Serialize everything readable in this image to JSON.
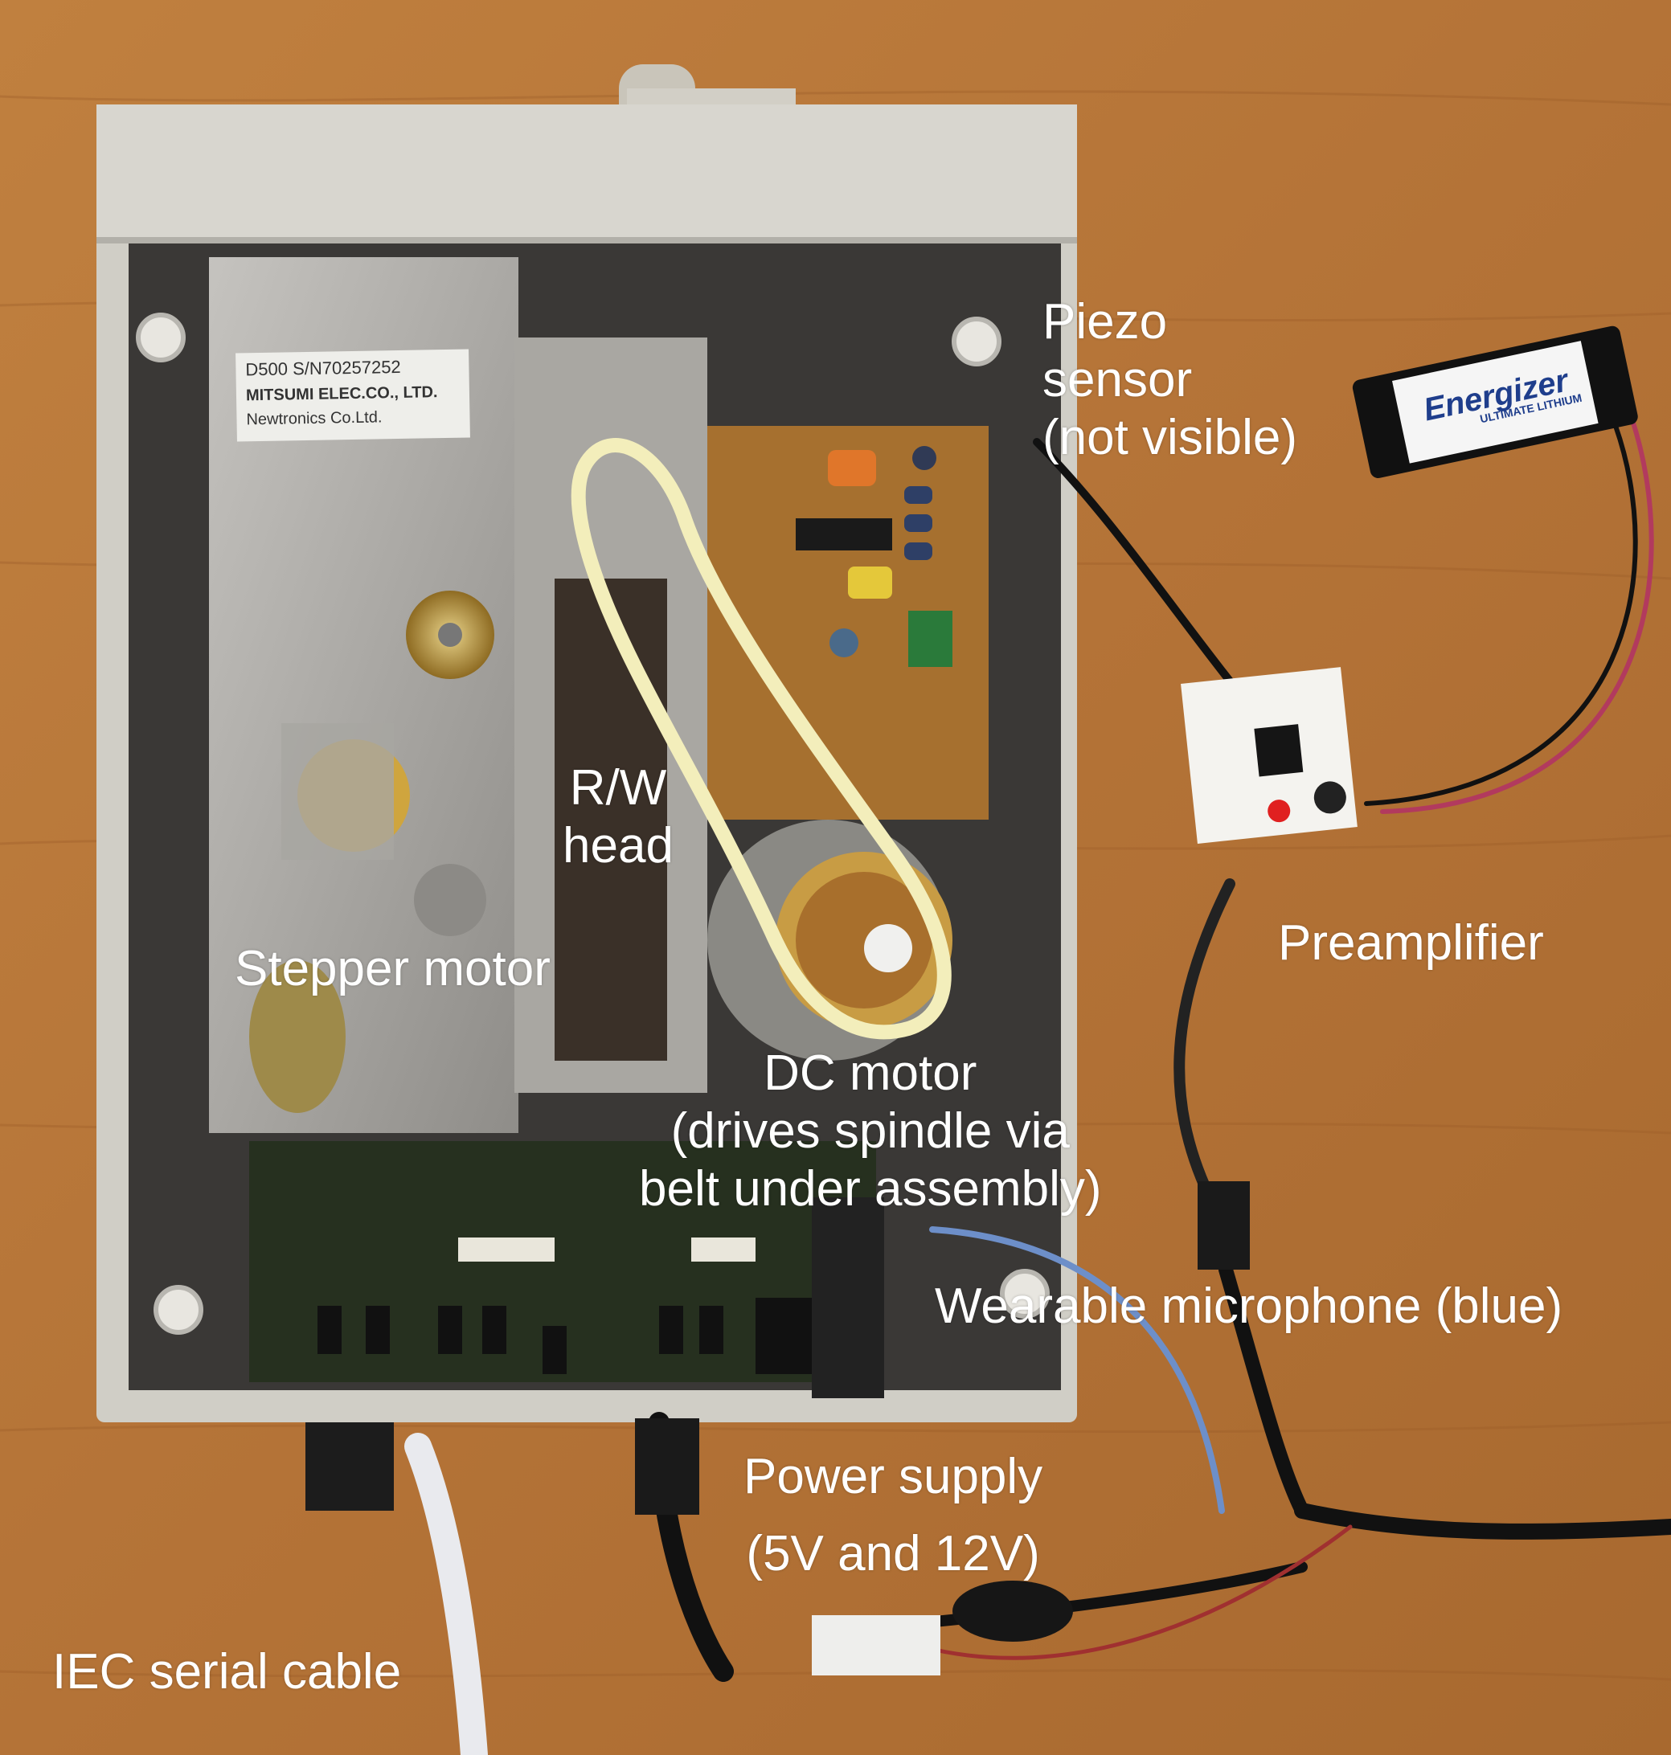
{
  "labels": {
    "piezo": [
      "Piezo",
      "sensor",
      "(not visible)"
    ],
    "rw_head": [
      "R/W",
      "head"
    ],
    "stepper": "Stepper motor",
    "preamp": "Preamplifier",
    "dc_motor": [
      "DC motor",
      "(drives spindle via",
      "belt under assembly)"
    ],
    "microphone": "Wearable microphone (blue)",
    "power": [
      "Power supply",
      "(5V and 12V)"
    ],
    "iec": "IEC serial cable"
  },
  "drive_sticker": {
    "model": "D500  S/N70257252",
    "maker": "MITSUMI ELEC.CO., LTD.",
    "vendor": "Newtronics Co.Ltd."
  },
  "battery": {
    "brand": "Energizer",
    "sub": "ULTIMATE LITHIUM"
  },
  "colors": {
    "background_wood": "#b5763a",
    "case_plastic": "#d2d0c8",
    "highlight_ring": "#f3eebb",
    "label_text": "#ffffff"
  }
}
